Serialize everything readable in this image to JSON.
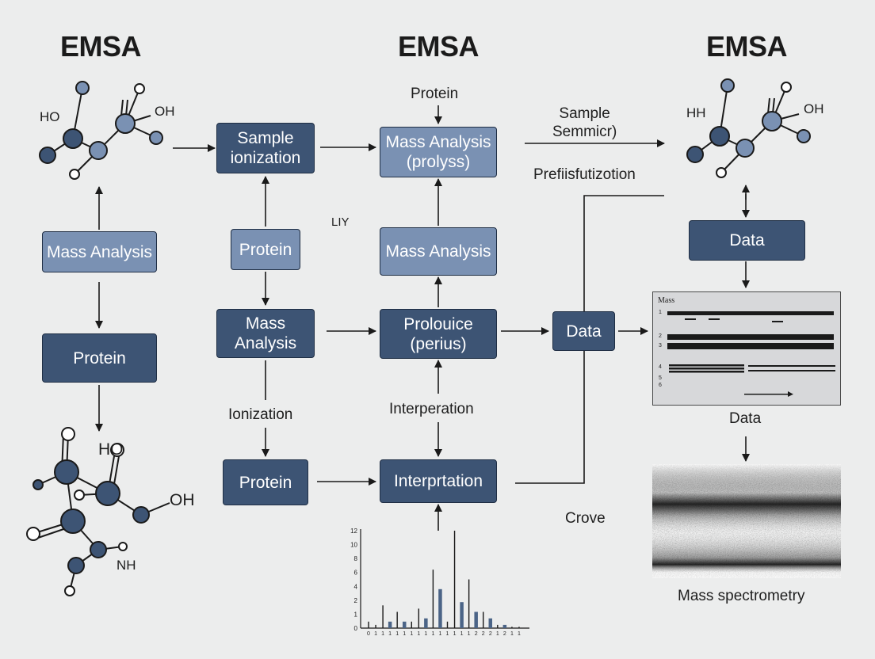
{
  "headings": [
    "EMSA",
    "EMSA",
    "EMSA"
  ],
  "left_column": {
    "mass_analysis": "Mass Analysis",
    "protein": "Protein",
    "molecule_top_labels": [
      "HO",
      "OH"
    ],
    "molecule_bottom_labels": [
      "HO",
      "OH",
      "NH"
    ]
  },
  "column2": {
    "sample_ionization": "Sample\nionization",
    "protein_mid": "Protein",
    "mass_analysis": "Mass\nAnalysis",
    "ionization_label": "Ionization",
    "protein_bottom": "Protein",
    "small_label": "LIY"
  },
  "column3": {
    "protein_label": "Protein",
    "mass_analysis_prolyss": "Mass Analysis\n(prolyss)",
    "mass_analysis": "Mass Analysis",
    "prolouice": "Prolouice\n(perius)",
    "interperation_label": "Interperation",
    "interprtation": "Interprtation"
  },
  "middle": {
    "sample_semmicr": "Sample\nSemmicr)",
    "prefiisfutizotion": "Prefiisfutizotion",
    "data_box": "Data",
    "crove": "Crove"
  },
  "right_column": {
    "molecule_labels": [
      "HH",
      "OH"
    ],
    "data_box": "Data",
    "gel_title": "Mass",
    "gel_lane_numbers": [
      "1",
      "2",
      "3",
      "4",
      "5",
      "6"
    ],
    "data_label": "Data",
    "mass_spectrometry": "Mass spectrometry"
  },
  "colors": {
    "box_dark": "#3d5474",
    "box_light": "#7a91b3",
    "node_dark": "#3d5474",
    "node_light": "#7a91b3",
    "bar_fill": "#4b6487"
  },
  "chart_data": {
    "type": "bar",
    "y_tick_labels": [
      "0",
      "1",
      "2",
      "4",
      "6",
      "8",
      "10",
      "12"
    ],
    "values": [
      1,
      0.5,
      3.5,
      1,
      2.5,
      1,
      1,
      3,
      1.5,
      9,
      6,
      1,
      15,
      4,
      7.5,
      2.5,
      2.5,
      1.5,
      0.5,
      0.5,
      0.2,
      0.2
    ],
    "bar_types": [
      "line",
      "line",
      "line",
      "bar",
      "line",
      "bar",
      "line",
      "line",
      "bar",
      "line",
      "bar",
      "line",
      "line",
      "bar",
      "line",
      "bar",
      "line",
      "bar",
      "line",
      "bar",
      "line",
      "line"
    ],
    "x_tick_labels": [
      "0",
      "1",
      "1",
      "1",
      "1",
      "1",
      "1",
      "1",
      "1",
      "1",
      "1",
      "1",
      "1",
      "1",
      "1",
      "2",
      "2",
      "2",
      "1",
      "2",
      "1",
      "1"
    ],
    "ylim": [
      0,
      15
    ]
  }
}
